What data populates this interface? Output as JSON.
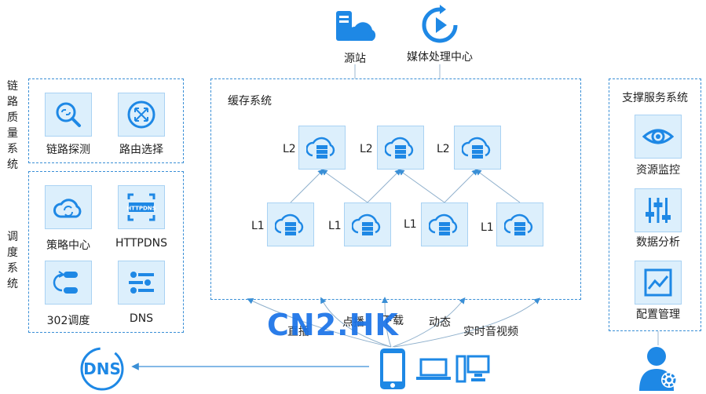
{
  "top": {
    "origin_label": "源站",
    "media_label": "媒体处理中心"
  },
  "left_top": {
    "title": "链路质量系统",
    "items": [
      {
        "label": "链路探测",
        "icon": "link-search-icon"
      },
      {
        "label": "路由选择",
        "icon": "route-select-icon"
      }
    ]
  },
  "left_bottom": {
    "title": "调度系统",
    "items": [
      {
        "label": "策略中心",
        "icon": "policy-cloud-icon"
      },
      {
        "label": "HTTPDNS",
        "icon": "httpdns-icon",
        "badge": "HTTPDNS"
      },
      {
        "label": "302调度",
        "icon": "redirect-302-icon"
      },
      {
        "label": "DNS",
        "icon": "dns-list-icon"
      }
    ]
  },
  "cache": {
    "title": "缓存系统",
    "l2_label": "L2",
    "l1_label": "L1"
  },
  "right": {
    "title": "支撑服务系统",
    "items": [
      {
        "label": "资源监控",
        "icon": "eye-monitor-icon"
      },
      {
        "label": "数据分析",
        "icon": "sliders-analysis-icon"
      },
      {
        "label": "配置管理",
        "icon": "chart-config-icon"
      }
    ]
  },
  "bottom": {
    "services": [
      "直播",
      "点播",
      "下载",
      "动态",
      "实时音视频"
    ],
    "dns_badge": "DNS",
    "watermark": "CN2.HK"
  },
  "colors": {
    "accent": "#1e88e5",
    "tile_bg": "#dceffc",
    "dash": "#3a8fd6"
  }
}
